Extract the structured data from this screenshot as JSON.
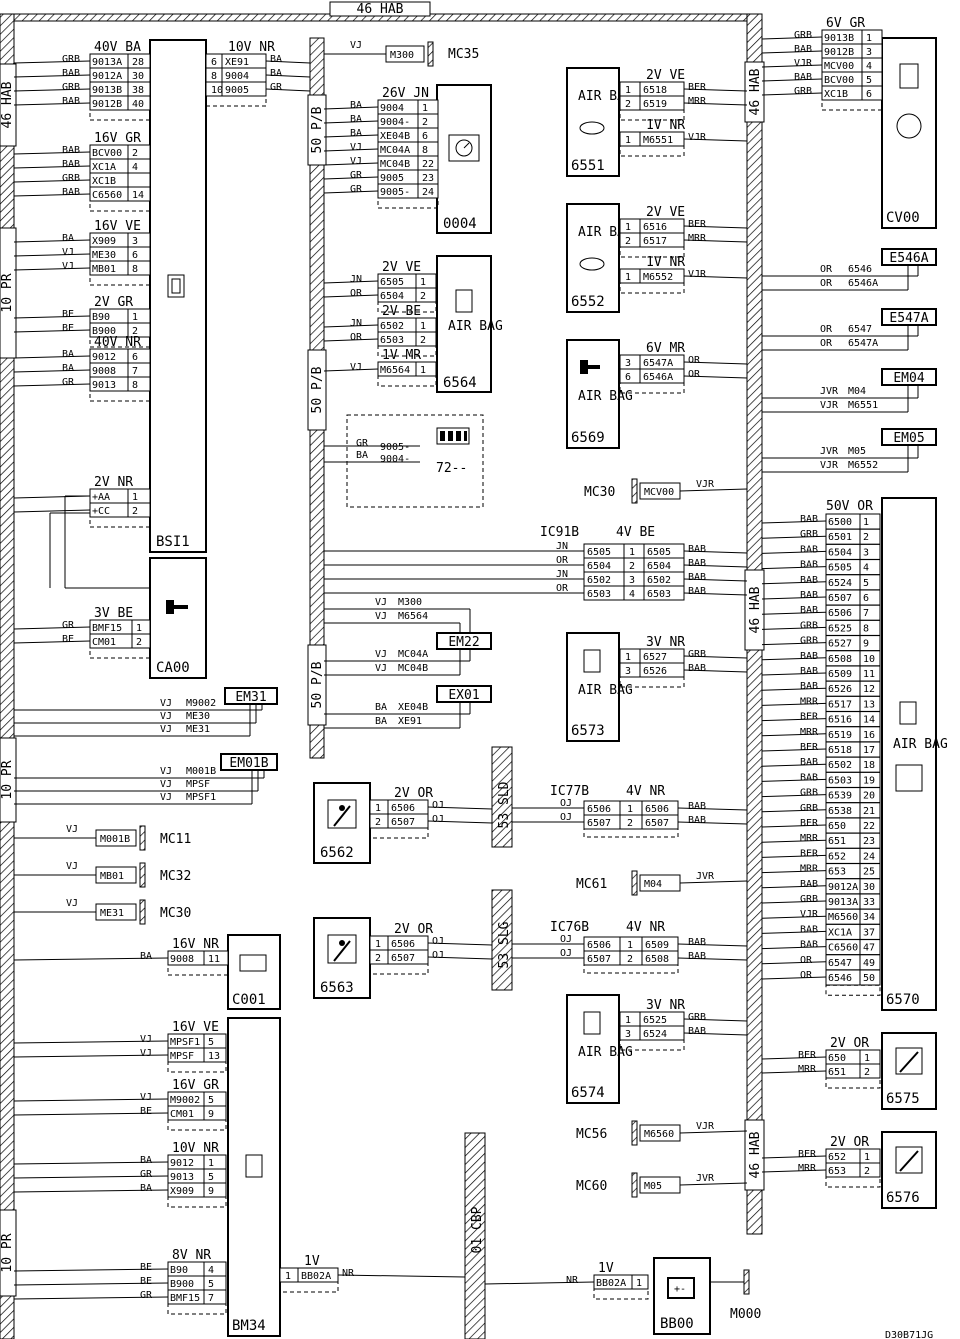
{
  "buses": {
    "top": "46 HAB",
    "left_top": "46 HAB",
    "left_mid": "10 PR",
    "left_mid2": "10 PR",
    "left_bot": "10 PR",
    "center_top": "50 P/B",
    "center_mid": "50 P/B",
    "center_bot": "50 P/B",
    "right_top": "46 HAB",
    "right_mid": "46 HAB",
    "right_bot": "46 HAB",
    "sld": "53 SLD",
    "slg": "53 SLG",
    "cbp": "01 CBP"
  },
  "bsi1": {
    "name": "BSI1",
    "connectors": [
      {
        "title": "40V BA",
        "rows": [
          [
            "GRB",
            "9013A",
            "28"
          ],
          [
            "BAB",
            "9012A",
            "30"
          ],
          [
            "GRB",
            "9013B",
            "38"
          ],
          [
            "BAB",
            "9012B",
            "40"
          ]
        ]
      },
      {
        "title": "16V GR",
        "rows": [
          [
            "BAB",
            "BCV00",
            "2"
          ],
          [
            "BAB",
            "XC1A",
            "4"
          ],
          [
            "GRB",
            "XC1B",
            ""
          ],
          [
            "BAB",
            "C6560",
            "14"
          ]
        ]
      },
      {
        "title": "16V VE",
        "rows": [
          [
            "BA",
            "X909",
            "3"
          ],
          [
            "VJ",
            "ME30",
            "6"
          ],
          [
            "VJ",
            "MB01",
            "8"
          ]
        ]
      },
      {
        "title": "2V GR",
        "rows": [
          [
            "BE",
            "B90",
            "1"
          ],
          [
            "BE",
            "B900",
            "2"
          ]
        ]
      },
      {
        "title": "40V NR",
        "rows": [
          [
            "BA",
            "9012",
            "6"
          ],
          [
            "BA",
            "9008",
            "7"
          ],
          [
            "GR",
            "9013",
            "8"
          ]
        ]
      },
      {
        "title": "2V NR",
        "rows": [
          [
            "",
            "+AA",
            "1"
          ],
          [
            "",
            "+CC",
            "2"
          ]
        ]
      }
    ],
    "right_conn": {
      "title": "10V NR",
      "rows": [
        [
          "6",
          "XE91",
          "BA"
        ],
        [
          "8",
          "9004",
          "BA"
        ],
        [
          "10",
          "9005",
          "GR"
        ]
      ]
    }
  },
  "ca00": {
    "name": "CA00",
    "conn": {
      "title": "3V BE",
      "rows": [
        [
          "GR",
          "BMF15",
          "1"
        ],
        [
          "BE",
          "CM01",
          "2"
        ]
      ]
    }
  },
  "em31": {
    "name": "EM31",
    "wires": [
      [
        "VJ",
        "M9002"
      ],
      [
        "VJ",
        "ME30"
      ],
      [
        "VJ",
        "ME31"
      ]
    ]
  },
  "em01b": {
    "name": "EM01B",
    "wires": [
      [
        "VJ",
        "M001B"
      ],
      [
        "VJ",
        "MPSF"
      ],
      [
        "VJ",
        "MPSF1"
      ]
    ]
  },
  "masses": [
    {
      "code": "M001B",
      "name": "MC11",
      "color": "VJ"
    },
    {
      "code": "MB01",
      "name": "MC32",
      "color": "VJ"
    },
    {
      "code": "ME31",
      "name": "MC30",
      "color": "VJ"
    }
  ],
  "c001": {
    "name": "C001",
    "conn": {
      "title": "16V NR",
      "rows": [
        [
          "BA",
          "9008",
          "11"
        ]
      ]
    }
  },
  "bm34": {
    "name": "BM34",
    "connectors": [
      {
        "title": "16V VE",
        "rows": [
          [
            "VJ",
            "MPSF1",
            "5"
          ],
          [
            "VJ",
            "MPSF",
            "13"
          ]
        ]
      },
      {
        "title": "16V GR",
        "rows": [
          [
            "VJ",
            "M9002",
            "5"
          ],
          [
            "BE",
            "CM01",
            "9"
          ]
        ]
      },
      {
        "title": "10V NR",
        "rows": [
          [
            "BA",
            "9012",
            "1"
          ],
          [
            "GR",
            "9013",
            "5"
          ],
          [
            "BA",
            "X909",
            "9"
          ]
        ]
      },
      {
        "title": "8V NR",
        "rows": [
          [
            "BE",
            "B90",
            "4"
          ],
          [
            "BE",
            "B900",
            "5"
          ],
          [
            "GR",
            "BMF15",
            "7"
          ]
        ]
      }
    ],
    "out": {
      "title": "1V",
      "pin": "1",
      "code": "BB02A",
      "color": "NR"
    }
  },
  "mc35": {
    "name": "MC35",
    "code": "M300",
    "color": "VJ"
  },
  "c0004": {
    "name": "0004",
    "conn": {
      "title": "26V JN",
      "rows": [
        [
          "BA",
          "9004",
          "1"
        ],
        [
          "BA",
          "9004-",
          "2"
        ],
        [
          "BA",
          "XE04B",
          "6"
        ],
        [
          "VJ",
          "MC04A",
          "8"
        ],
        [
          "VJ",
          "MC04B",
          "22"
        ],
        [
          "GR",
          "9005",
          "23"
        ],
        [
          "GR",
          "9005-",
          "24"
        ]
      ]
    }
  },
  "c6564": {
    "name": "6564",
    "badge": "AIR BAG",
    "connectors": [
      {
        "title": "2V VE",
        "rows": [
          [
            "JN",
            "6505",
            "1"
          ],
          [
            "OR",
            "6504",
            "2"
          ]
        ]
      },
      {
        "title": "2V BE",
        "rows": [
          [
            "JN",
            "6502",
            "1"
          ],
          [
            "OR",
            "6503",
            "2"
          ]
        ]
      },
      {
        "title": "1V MR",
        "rows": [
          [
            "VJ",
            "M6564",
            "1"
          ]
        ]
      }
    ]
  },
  "c72": {
    "name": "72--",
    "rows": [
      [
        "GR",
        "9005-"
      ],
      [
        "BA",
        "9004-"
      ]
    ]
  },
  "ic91b": {
    "name": "IC91B",
    "title": "4V BE",
    "rows": [
      [
        "JN",
        "6505",
        "1",
        "6505",
        "BAB"
      ],
      [
        "OR",
        "6504",
        "2",
        "6504",
        "BAB"
      ],
      [
        "JN",
        "6502",
        "3",
        "6502",
        "BAB"
      ],
      [
        "OR",
        "6503",
        "4",
        "6503",
        "BAB"
      ]
    ]
  },
  "em22": {
    "name": "EM22",
    "wires": [
      [
        "VJ",
        "M300"
      ],
      [
        "VJ",
        "M6564"
      ],
      [
        "VJ",
        "MC04A"
      ],
      [
        "VJ",
        "MC04B"
      ]
    ]
  },
  "ex01": {
    "name": "EX01",
    "wires": [
      [
        "BA",
        "XE04B"
      ],
      [
        "BA",
        "XE91"
      ]
    ]
  },
  "c6562": {
    "name": "6562",
    "conn": {
      "title": "2V OR",
      "rows": [
        [
          "1",
          "6506",
          "OJ"
        ],
        [
          "2",
          "6507",
          "OJ"
        ]
      ]
    }
  },
  "c6563": {
    "name": "6563",
    "conn": {
      "title": "2V OR",
      "rows": [
        [
          "1",
          "6506",
          "OJ"
        ],
        [
          "2",
          "6507",
          "OJ"
        ]
      ]
    }
  },
  "ic77b": {
    "name": "IC77B",
    "title": "4V NR",
    "rows": [
      [
        "OJ",
        "6506",
        "1",
        "6506",
        "BAB"
      ],
      [
        "OJ",
        "6507",
        "2",
        "6507",
        "BAB"
      ]
    ]
  },
  "ic76b": {
    "name": "IC76B",
    "title": "4V NR",
    "rows": [
      [
        "OJ",
        "6506",
        "1",
        "6509",
        "BAB"
      ],
      [
        "OJ",
        "6507",
        "2",
        "6508",
        "BAB"
      ]
    ]
  },
  "c6551": {
    "name": "6551",
    "badge": "AIR BAG",
    "connectors": [
      {
        "title": "2V VE",
        "rows": [
          [
            "1",
            "6518",
            "BER"
          ],
          [
            "2",
            "6519",
            "MRR"
          ]
        ]
      },
      {
        "title": "1V NR",
        "rows": [
          [
            "1",
            "M6551",
            "VJR"
          ]
        ]
      }
    ]
  },
  "c6552": {
    "name": "6552",
    "badge": "AIR BAG",
    "connectors": [
      {
        "title": "2V VE",
        "rows": [
          [
            "1",
            "6516",
            "BER"
          ],
          [
            "2",
            "6517",
            "MRR"
          ]
        ]
      },
      {
        "title": "1V NR",
        "rows": [
          [
            "1",
            "M6552",
            "VJR"
          ]
        ]
      }
    ]
  },
  "c6569": {
    "name": "6569",
    "badge": "AIR BAG",
    "conn": {
      "title": "6V MR",
      "rows": [
        [
          "3",
          "6547A",
          "OR"
        ],
        [
          "6",
          "6546A",
          "OR"
        ]
      ]
    }
  },
  "mc30b": {
    "name": "MC30",
    "code": "MCV00",
    "color": "VJR"
  },
  "c6573": {
    "name": "6573",
    "badge": "AIR BAG",
    "conn": {
      "title": "3V NR",
      "rows": [
        [
          "1",
          "6527",
          "GRB"
        ],
        [
          "3",
          "6526",
          "BAB"
        ]
      ]
    }
  },
  "c6574": {
    "name": "6574",
    "badge": "AIR BAG",
    "conn": {
      "title": "3V NR",
      "rows": [
        [
          "1",
          "6525",
          "GRB"
        ],
        [
          "3",
          "6524",
          "BAB"
        ]
      ]
    }
  },
  "mc61": {
    "name": "MC61",
    "code": "M04",
    "color": "JVR"
  },
  "mc56": {
    "name": "MC56",
    "code": "M6560",
    "color": "VJR"
  },
  "mc60": {
    "name": "MC60",
    "code": "M05",
    "color": "JVR"
  },
  "cv00": {
    "name": "CV00",
    "conn": {
      "title": "6V GR",
      "rows": [
        [
          "GRB",
          "9013B",
          "1"
        ],
        [
          "BAB",
          "9012B",
          "3"
        ],
        [
          "VJR",
          "MCV00",
          "4"
        ],
        [
          "BAB",
          "BCV00",
          "5"
        ],
        [
          "GRB",
          "XC1B",
          "6"
        ]
      ]
    }
  },
  "e546a": {
    "name": "E546A",
    "wires": [
      [
        "OR",
        "6546"
      ],
      [
        "OR",
        "6546A"
      ]
    ]
  },
  "e547a": {
    "name": "E547A",
    "wires": [
      [
        "OR",
        "6547"
      ],
      [
        "OR",
        "6547A"
      ]
    ]
  },
  "em04": {
    "name": "EM04",
    "wires": [
      [
        "JVR",
        "M04"
      ],
      [
        "VJR",
        "M6551"
      ]
    ]
  },
  "em05": {
    "name": "EM05",
    "wires": [
      [
        "JVR",
        "M05"
      ],
      [
        "VJR",
        "M6552"
      ]
    ]
  },
  "c6570": {
    "name": "6570",
    "badge": "AIR BAG",
    "title": "50V OR",
    "rows": [
      [
        "BAB",
        "6500",
        "1"
      ],
      [
        "GRB",
        "6501",
        "2"
      ],
      [
        "BAB",
        "6504",
        "3"
      ],
      [
        "BAB",
        "6505",
        "4"
      ],
      [
        "BAB",
        "6524",
        "5"
      ],
      [
        "BAB",
        "6507",
        "6"
      ],
      [
        "BAB",
        "6506",
        "7"
      ],
      [
        "GRB",
        "6525",
        "8"
      ],
      [
        "GRB",
        "6527",
        "9"
      ],
      [
        "BAB",
        "6508",
        "10"
      ],
      [
        "BAB",
        "6509",
        "11"
      ],
      [
        "BAB",
        "6526",
        "12"
      ],
      [
        "MRR",
        "6517",
        "13"
      ],
      [
        "BER",
        "6516",
        "14"
      ],
      [
        "MRR",
        "6519",
        "16"
      ],
      [
        "BER",
        "6518",
        "17"
      ],
      [
        "BAB",
        "6502",
        "18"
      ],
      [
        "BAB",
        "6503",
        "19"
      ],
      [
        "GRB",
        "6539",
        "20"
      ],
      [
        "GRB",
        "6538",
        "21"
      ],
      [
        "BER",
        "650",
        "22"
      ],
      [
        "MRR",
        "651",
        "23"
      ],
      [
        "BER",
        "652",
        "24"
      ],
      [
        "MRR",
        "653",
        "25"
      ],
      [
        "BAB",
        "9012A",
        "30"
      ],
      [
        "GRB",
        "9013A",
        "33"
      ],
      [
        "VJR",
        "M6560",
        "34"
      ],
      [
        "BAB",
        "XC1A",
        "37"
      ],
      [
        "BAB",
        "C6560",
        "47"
      ],
      [
        "OR",
        "6547",
        "49"
      ],
      [
        "OR",
        "6546",
        "50"
      ]
    ]
  },
  "c6575": {
    "name": "6575",
    "conn": {
      "title": "2V OR",
      "rows": [
        [
          "BER",
          "650",
          "1"
        ],
        [
          "MRR",
          "651",
          "2"
        ]
      ]
    }
  },
  "c6576": {
    "name": "6576",
    "conn": {
      "title": "2V OR",
      "rows": [
        [
          "BER",
          "652",
          "1"
        ],
        [
          "MRR",
          "653",
          "2"
        ]
      ]
    }
  },
  "bb00": {
    "name": "BB00",
    "conn": {
      "title": "1V",
      "rows": [
        [
          "NR",
          "BB02A",
          "1"
        ]
      ]
    }
  },
  "m000": {
    "name": "M000"
  },
  "drawing_ref": "D30B71JG"
}
